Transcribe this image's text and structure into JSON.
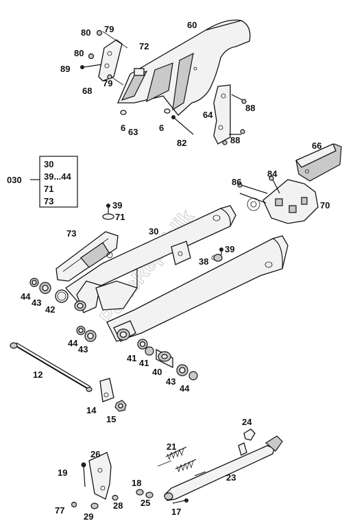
{
  "labels": {
    "n60": "60",
    "n80a": "80",
    "n79a": "79",
    "n72": "72",
    "n80b": "80",
    "n89": "89",
    "n68": "68",
    "n79b": "79",
    "n88a": "88",
    "n64": "64",
    "n88b": "88",
    "n6a": "6",
    "n63": "63",
    "n6b": "6",
    "n82": "82",
    "n66": "66",
    "n030": "030",
    "n84": "84",
    "n86": "86",
    "n70": "70",
    "n39a": "39",
    "n71a": "71",
    "n73a": "73",
    "n30a": "30",
    "n39b": "39",
    "n38": "38",
    "n44a": "44",
    "n43a": "43",
    "n42": "42",
    "n44b": "44",
    "n43b": "43",
    "n41a": "41",
    "n41b": "41",
    "n40": "40",
    "n43c": "43",
    "n44c": "44",
    "n12": "12",
    "n14": "14",
    "n15": "15",
    "n24": "24",
    "n21": "21",
    "n26": "26",
    "n19": "19",
    "n23": "23",
    "n18": "18",
    "n28": "28",
    "n25": "25",
    "n77": "77",
    "n29": "29",
    "n17": "17"
  },
  "kit_box": {
    "rows": [
      "30",
      "39...44",
      "71",
      "73"
    ]
  },
  "watermark": "PartsRepublik"
}
